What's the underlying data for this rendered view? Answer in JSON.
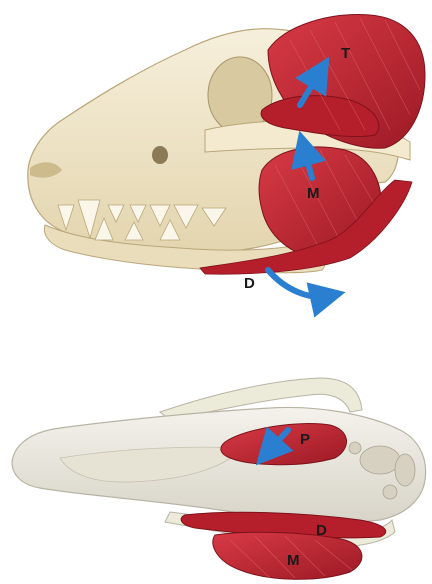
{
  "labels": {
    "temporalis": "T",
    "masseter_lateral": "M",
    "digastricus": "D",
    "pterygoid": "P",
    "digastricus_ventral": "D",
    "masseter_ventral": "M"
  },
  "colors": {
    "bone": "#efe6cc",
    "bone_shadow": "#c9b98f",
    "muscle": "#c8202e",
    "muscle_dark": "#8f1520",
    "arrow": "#2a7fd1",
    "label": "#1a1a1a"
  }
}
